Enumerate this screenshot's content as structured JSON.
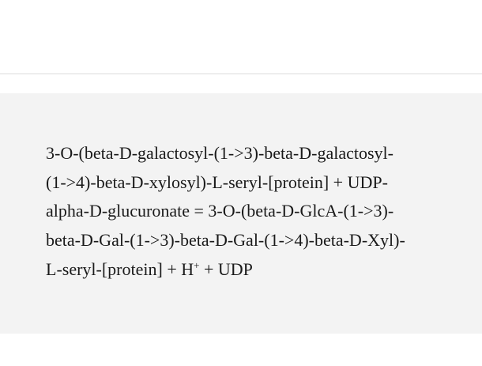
{
  "reaction": {
    "line1": "3-O-(beta-D-galactosyl-(1->3)-beta-D-galactosyl-",
    "line2": "(1->4)-beta-D-xylosyl)-L-seryl-[protein] + UDP-",
    "line3": "alpha-D-glucuronate = 3-O-(beta-D-GlcA-(1->3)-",
    "line4": "beta-D-Gal-(1->3)-beta-D-Gal-(1->4)-beta-D-Xyl)-",
    "line5_prefix": "L-seryl-[protein] + H",
    "line5_superscript": "+",
    "line5_suffix": " + UDP"
  }
}
